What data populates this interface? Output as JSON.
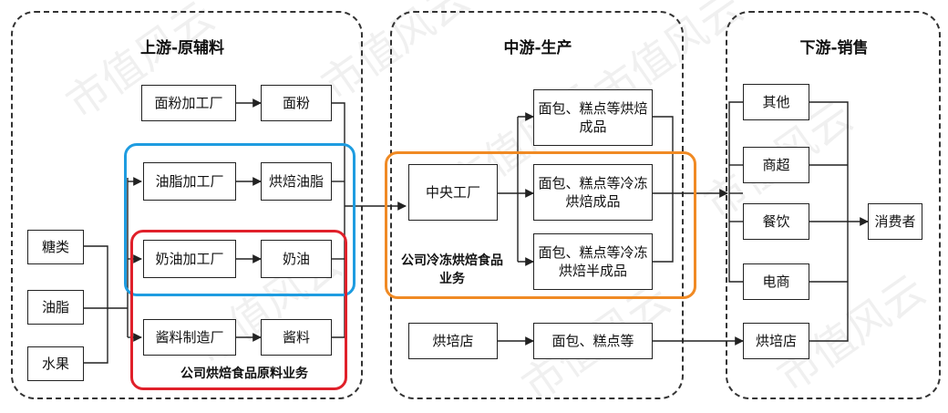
{
  "upstream": {
    "title": "上游-原辅料",
    "flour_mill": "面粉加工厂",
    "flour": "面粉",
    "oil_factory": "油脂加工厂",
    "baking_oil": "烘焙油脂",
    "cream_factory": "奶油加工厂",
    "cream": "奶油",
    "sauce_factory": "酱料制造厂",
    "sauce": "酱料",
    "sugar": "糖类",
    "fat": "油脂",
    "fruit": "水果",
    "group_label": "公司烘焙食品原料业务"
  },
  "midstream": {
    "title": "中游-生产",
    "central_factory": "中央工厂",
    "finished": "面包、糕点等烘焙成品",
    "frozen_finished": "面包、糕点等冷冻烘焙成品",
    "frozen_semi": "面包、糕点等冷冻烘焙半成品",
    "group_label": "公司冷冻烘焙食品业务",
    "bakery": "烘培店",
    "bread": "面包、糕点等"
  },
  "downstream": {
    "title": "下游-销售",
    "other": "其他",
    "supermarket": "商超",
    "catering": "餐饮",
    "ecommerce": "电商",
    "bakery": "烘培店",
    "consumer": "消费者"
  },
  "watermark": "市值风云",
  "colors": {
    "blue": "#1e9ce0",
    "red": "#e0202a",
    "orange": "#f08a24",
    "line": "#222222"
  }
}
